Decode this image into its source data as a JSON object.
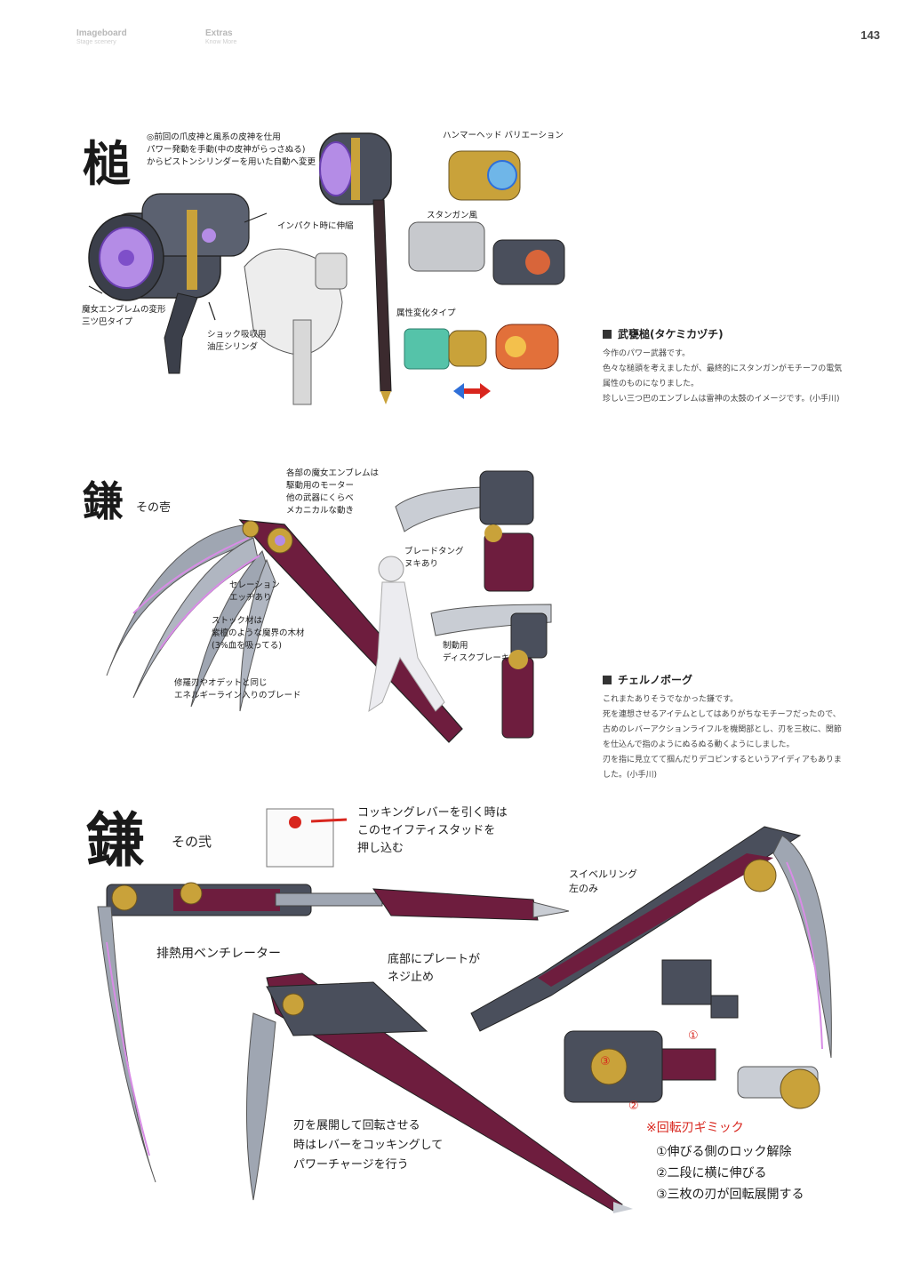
{
  "header": {
    "left_title": "Imageboard",
    "left_sub": "Stage scenery",
    "mid_title": "Extras",
    "mid_sub": "Know More",
    "page_number": "143"
  },
  "section1": {
    "kanji": "槌",
    "notes": {
      "top": "◎前回の爪皮神と風系の皮神を仕用\nパワー発動を手動(中の皮神がらっさぬる)\nからピストンシリンダーを用いた自動へ変更",
      "impact": "インパクト時に伸縮",
      "emblem": "魔女エンブレムの変形\n三ツ巴タイプ",
      "shock": "ショック吸収用\n油圧シリンダ",
      "hammer": "ハンマーヘッド バリエーション",
      "stungun": "スタンガン風",
      "attribute": "属性変化タイプ"
    },
    "block": {
      "title": "武甕槌(タケミカヅチ)",
      "lines": [
        "今作のパワー武器です。",
        "色々な槌頭を考えましたが、最終的にスタンガンがモチーフの電気",
        "属性のものになりました。",
        "珍しい三つ巴のエンブレムは雷神の太鼓のイメージです。(小手川)"
      ]
    }
  },
  "section2": {
    "kanji": "鎌",
    "sub": "その壱",
    "notes": {
      "motor": "各部の魔女エンブレムは\n駆動用のモーター\n他の武器にくらべ\nメカニカルな動き",
      "blade_tang": "ブレードタング\nヌキあり",
      "serration": "セレーション\nエッヂあり",
      "stock": "ストック材は\n紫檀のような魔界の木材\n(3%血を吸ってる)",
      "brake": "制動用\nディスクブレーキ",
      "energy": "修羅刃やオデットと同じ\nエネルギーライン入りのブレード"
    },
    "block": {
      "title": "チェルノボーグ",
      "lines": [
        "これまたありそうでなかった鎌です。",
        "死を連想させるアイテムとしてはありがちなモチーフだったので、",
        "古めのレバーアクションライフルを機関部とし、刃を三枚に、関節",
        "を仕込んで指のようにぬるぬる動くようにしました。",
        "刃を指に見立てて掴んだりデコピンするというアイディアもありま",
        "した。(小手川)"
      ]
    }
  },
  "section3": {
    "kanji": "鎌",
    "sub": "その弐",
    "notes": {
      "cocking": "コッキングレバーを引く時は\nこのセイフティスタッドを\n押し込む",
      "ventilator": "排熱用ベンチレーター",
      "plate": "底部にプレートが\nネジ止め",
      "swivel": "スイベルリング\n左のみ",
      "charge": "刃を展開して回転させる\n時はレバーをコッキングして\nパワーチャージを行う",
      "gimmick_title": "※回転刃ギミック",
      "gimmick_steps": [
        "①伸びる側のロック解除",
        "②二段に横に伸びる",
        "③三枚の刃が回転展開する"
      ],
      "marker_1": "①",
      "marker_2": "②",
      "marker_3": "③"
    }
  },
  "colors": {
    "purple_glow": "#b48ce6",
    "gold": "#c9a23a",
    "maroon": "#6e1d3e",
    "steel": "#5b6170",
    "blade": "#9fa6b2",
    "red_note": "#d8261e",
    "blue_arrow": "#2f6fd8"
  }
}
